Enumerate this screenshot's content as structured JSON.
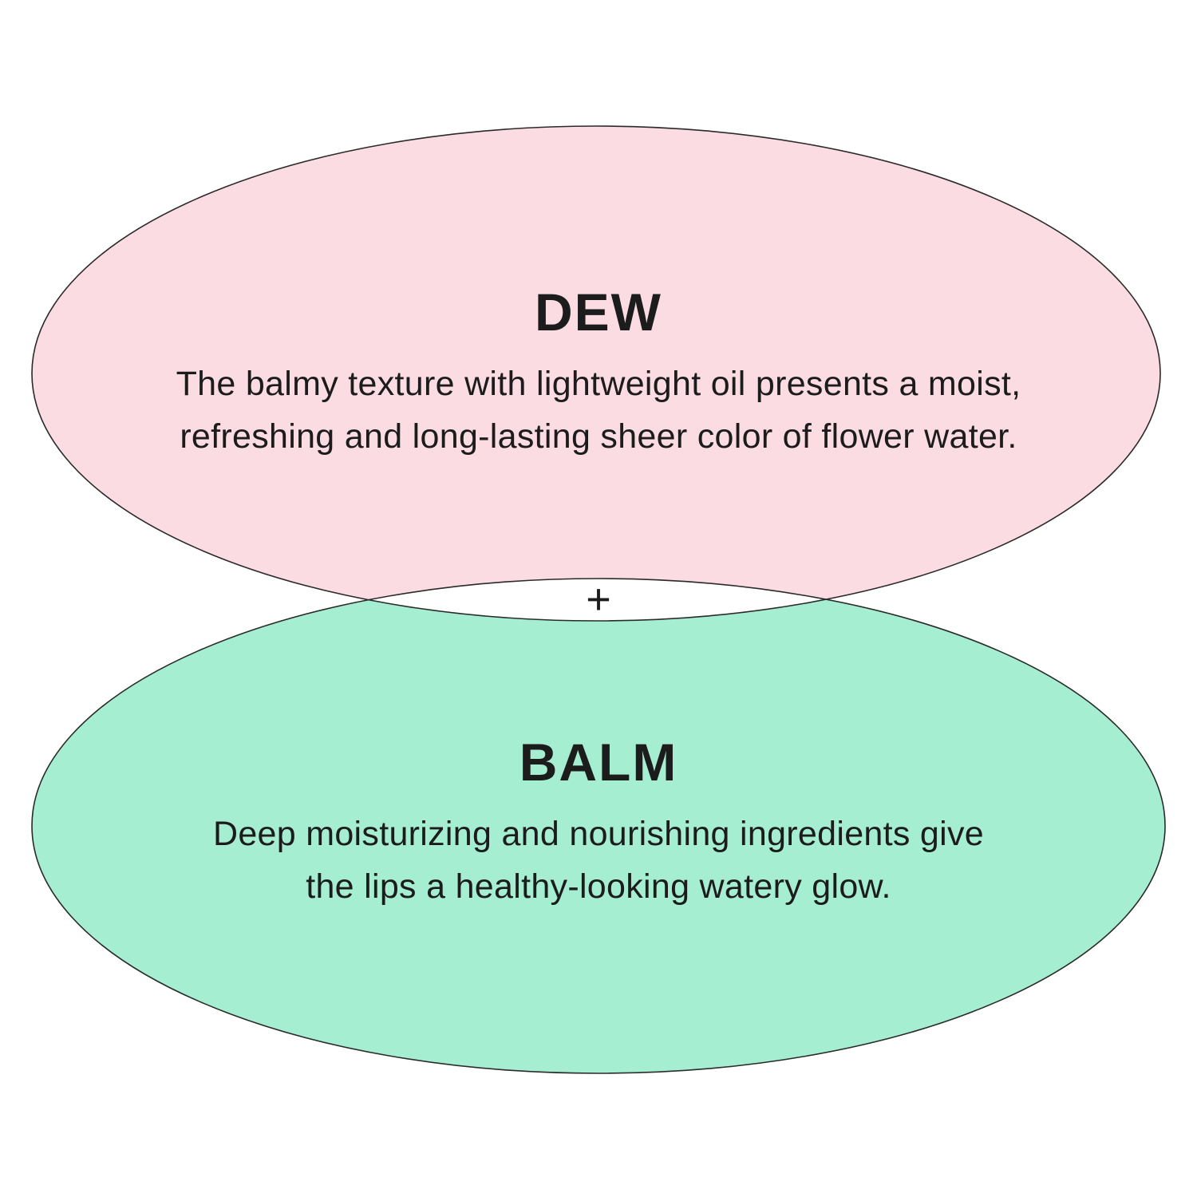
{
  "colors": {
    "dew_fill": "#fbdce3",
    "balm_fill": "#a5eed2",
    "outline": "#2a2a2a",
    "text": "#1c1c1c"
  },
  "dew": {
    "title": "DEW",
    "line1": "The balmy texture with lightweight oil presents a moist,",
    "line2": "refreshing and long-lasting sheer color of flower water."
  },
  "plus": "+",
  "balm": {
    "title": "BALM",
    "line1": "Deep moisturizing and nourishing ingredients give",
    "line2": "the lips a healthy-looking watery glow."
  }
}
